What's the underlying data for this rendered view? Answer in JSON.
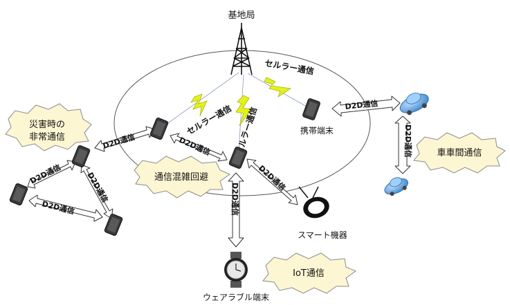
{
  "labels": {
    "base_station": "基地局",
    "mobile_terminal": "携帯端末",
    "smart_device": "スマート機器",
    "wearable_terminal": "ウェアラブル端末"
  },
  "cellular_label": "セルラー通信",
  "d2d_label": "D2D通信",
  "bubbles": {
    "disaster_line1": "災害時の",
    "disaster_line2": "非常通信",
    "congestion": "通信混雑回避",
    "v2v": "車車間通信",
    "iot": "IoT通信"
  },
  "colors": {
    "bolt": "#e4f11e",
    "bubble_fill": "#fdf6d2",
    "car": "#6fa8dc"
  }
}
